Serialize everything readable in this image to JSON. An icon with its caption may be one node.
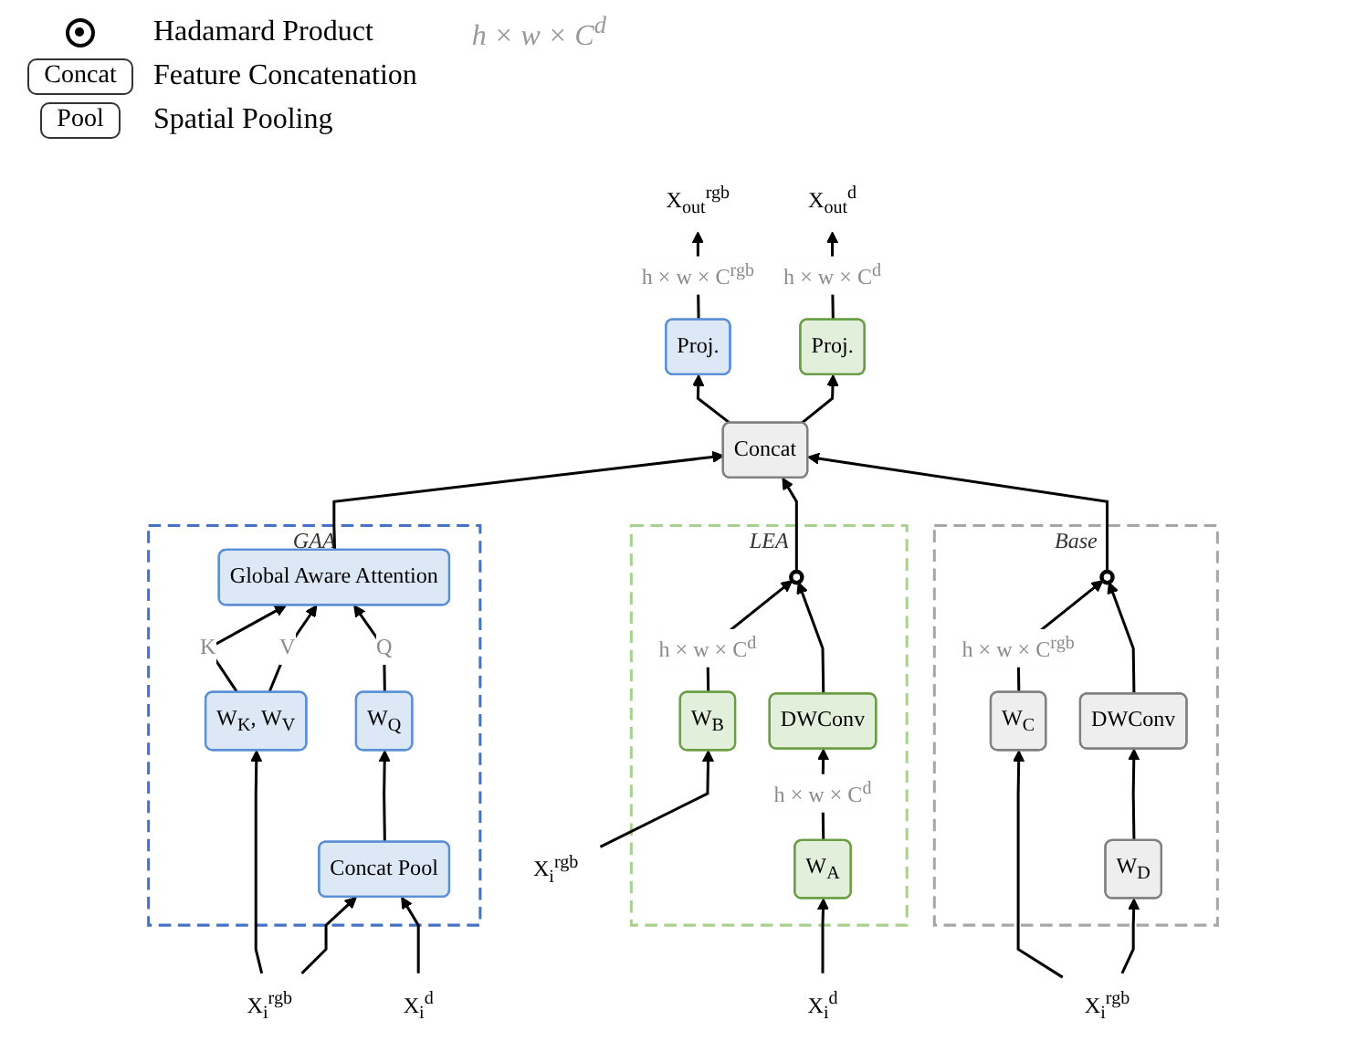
{
  "diagram": {
    "nodes": [
      {
        "text": [
          "GAA"
        ]
      },
      {
        "text": [
          "Global Aware Attention"
        ],
        "in": 0
      },
      {
        "text": [
          "W$_{Q}$"
        ],
        "in": 0
      },
      {
        "text": [
          "W$_{K}$, W$_{V}$"
        ],
        "in": 0
      },
      {
        "text": [
          "Concat Pool"
        ],
        "in": 0
      },
      {
        "text": [
          "LEA"
        ]
      },
      {
        "text": [],
        "shape": "circle",
        "in": 5
      },
      {
        "text": [
          "DWConv"
        ],
        "in": 5
      },
      {
        "text": [
          "W$_{B}$"
        ],
        "in": 5
      },
      {
        "text": [
          "W$_{A}$"
        ],
        "in": 5
      },
      {
        "text": [
          "Base"
        ]
      },
      {
        "text": [],
        "shape": "circle",
        "in": 10
      },
      {
        "text": [
          "DWConv"
        ],
        "in": 10
      },
      {
        "text": [
          "W$_{C}$"
        ],
        "in": 10
      },
      {
        "text": [
          "W$_{D}$"
        ],
        "in": 10
      },
      {
        "text": [
          "Concat"
        ]
      },
      {
        "text": [
          "Proj."
        ]
      },
      {
        "text": [
          "Proj."
        ]
      },
      {
        "text": [
          "X$_{out}$$^{rgb}$"
        ]
      },
      {
        "text": [
          "X$_{out}$$^{d}$"
        ]
      },
      {
        "text": [
          "X$_{i}$$^{rgb}$"
        ]
      },
      {
        "text": [
          "X$_{i}$$^{d}$"
        ]
      },
      {
        "text": [
          "X$_{i}$$^{rgb}$"
        ]
      },
      {
        "text": [
          "X$_{i}$$^{d}$"
        ]
      },
      {
        "text": [
          "X$_{i}$$^{rgb}$"
        ]
      }
    ],
    "edges": [
      {
        "from": 20,
        "to": 3,
        "arrow": "to"
      },
      {
        "from": 20,
        "to": 4,
        "arrow": "to"
      },
      {
        "from": 21,
        "to": 4,
        "arrow": "to"
      },
      {
        "from": 3,
        "to": 1,
        "arrow": "to",
        "label": "K"
      },
      {
        "from": 3,
        "to": 1,
        "arrow": "to",
        "label": "V"
      },
      {
        "from": 4,
        "to": 2,
        "arrow": "to"
      },
      {
        "from": 2,
        "to": 1,
        "arrow": "to",
        "label": "Q"
      },
      {
        "from": 1,
        "to": 15,
        "arrow": "to"
      },
      {
        "from": 22,
        "to": 8,
        "arrow": "to"
      },
      {
        "from": 23,
        "to": 9,
        "arrow": "to"
      },
      {
        "from": 8,
        "to": 6,
        "arrow": "to",
        "label": "h × w × C$^{d}$"
      },
      {
        "from": 9,
        "to": 7,
        "arrow": "to",
        "label": "h × w × C$^{d}$"
      },
      {
        "from": 7,
        "to": 6,
        "arrow": "to"
      },
      {
        "from": 6,
        "to": 15,
        "arrow": "to"
      },
      {
        "from": 24,
        "to": 13,
        "arrow": "to"
      },
      {
        "from": 24,
        "to": 14,
        "arrow": "to"
      },
      {
        "from": 13,
        "to": 11,
        "arrow": "to",
        "label": "h × w × C$^{rgb}$"
      },
      {
        "from": 14,
        "to": 12,
        "arrow": "to"
      },
      {
        "from": 12,
        "to": 11,
        "arrow": "to"
      },
      {
        "from": 11,
        "to": 15,
        "arrow": "to"
      },
      {
        "from": 15,
        "to": 16,
        "arrow": "to"
      },
      {
        "from": 15,
        "to": 17,
        "arrow": "to"
      },
      {
        "from": 16,
        "to": 18,
        "arrow": "to",
        "label": "h × w × C$^{rgb}$"
      },
      {
        "from": 17,
        "to": 19,
        "arrow": "to",
        "label": "h × w × C$^{d}$"
      }
    ],
    "labels": [
      "Concat",
      "Pool",
      "h × w × C$^{d}$"
    ],
    "legend": [
      {
        "text": "Hadamard Product"
      },
      {
        "text": "Feature Concatenation"
      },
      {
        "text": "Spatial Pooling"
      }
    ]
  }
}
